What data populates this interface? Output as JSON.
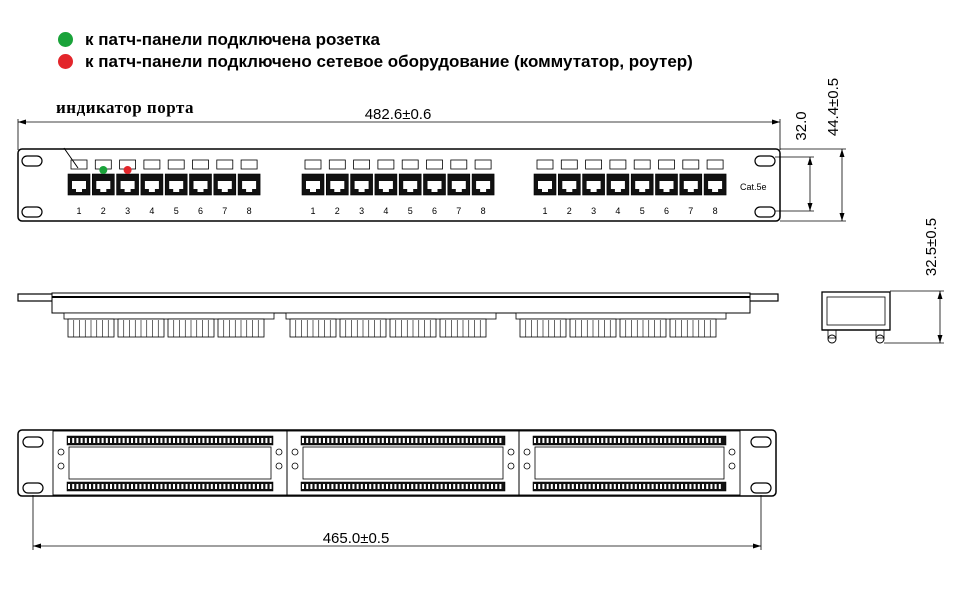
{
  "legend": [
    {
      "text": "к патч-панели подключена розетка",
      "color": "#1aa33a"
    },
    {
      "text": "к патч-панели подключено сетевое оборудование (коммутатор, роутер)",
      "color": "#e3262b"
    }
  ],
  "labels": {
    "port_indicator": "индикатор порта",
    "cat": "Cat.5e"
  },
  "dimensions": {
    "width_total": "482.6±0.6",
    "height_front": "32.0",
    "height_total": "44.4±0.5",
    "depth": "32.5±0.5",
    "mount_distance": "465.0±0.5"
  },
  "port_numbers": [
    "1",
    "2",
    "3",
    "4",
    "5",
    "6",
    "7",
    "8"
  ],
  "blocks": 3,
  "indicators": {
    "green": "#1aa33a",
    "red": "#e3262b"
  }
}
